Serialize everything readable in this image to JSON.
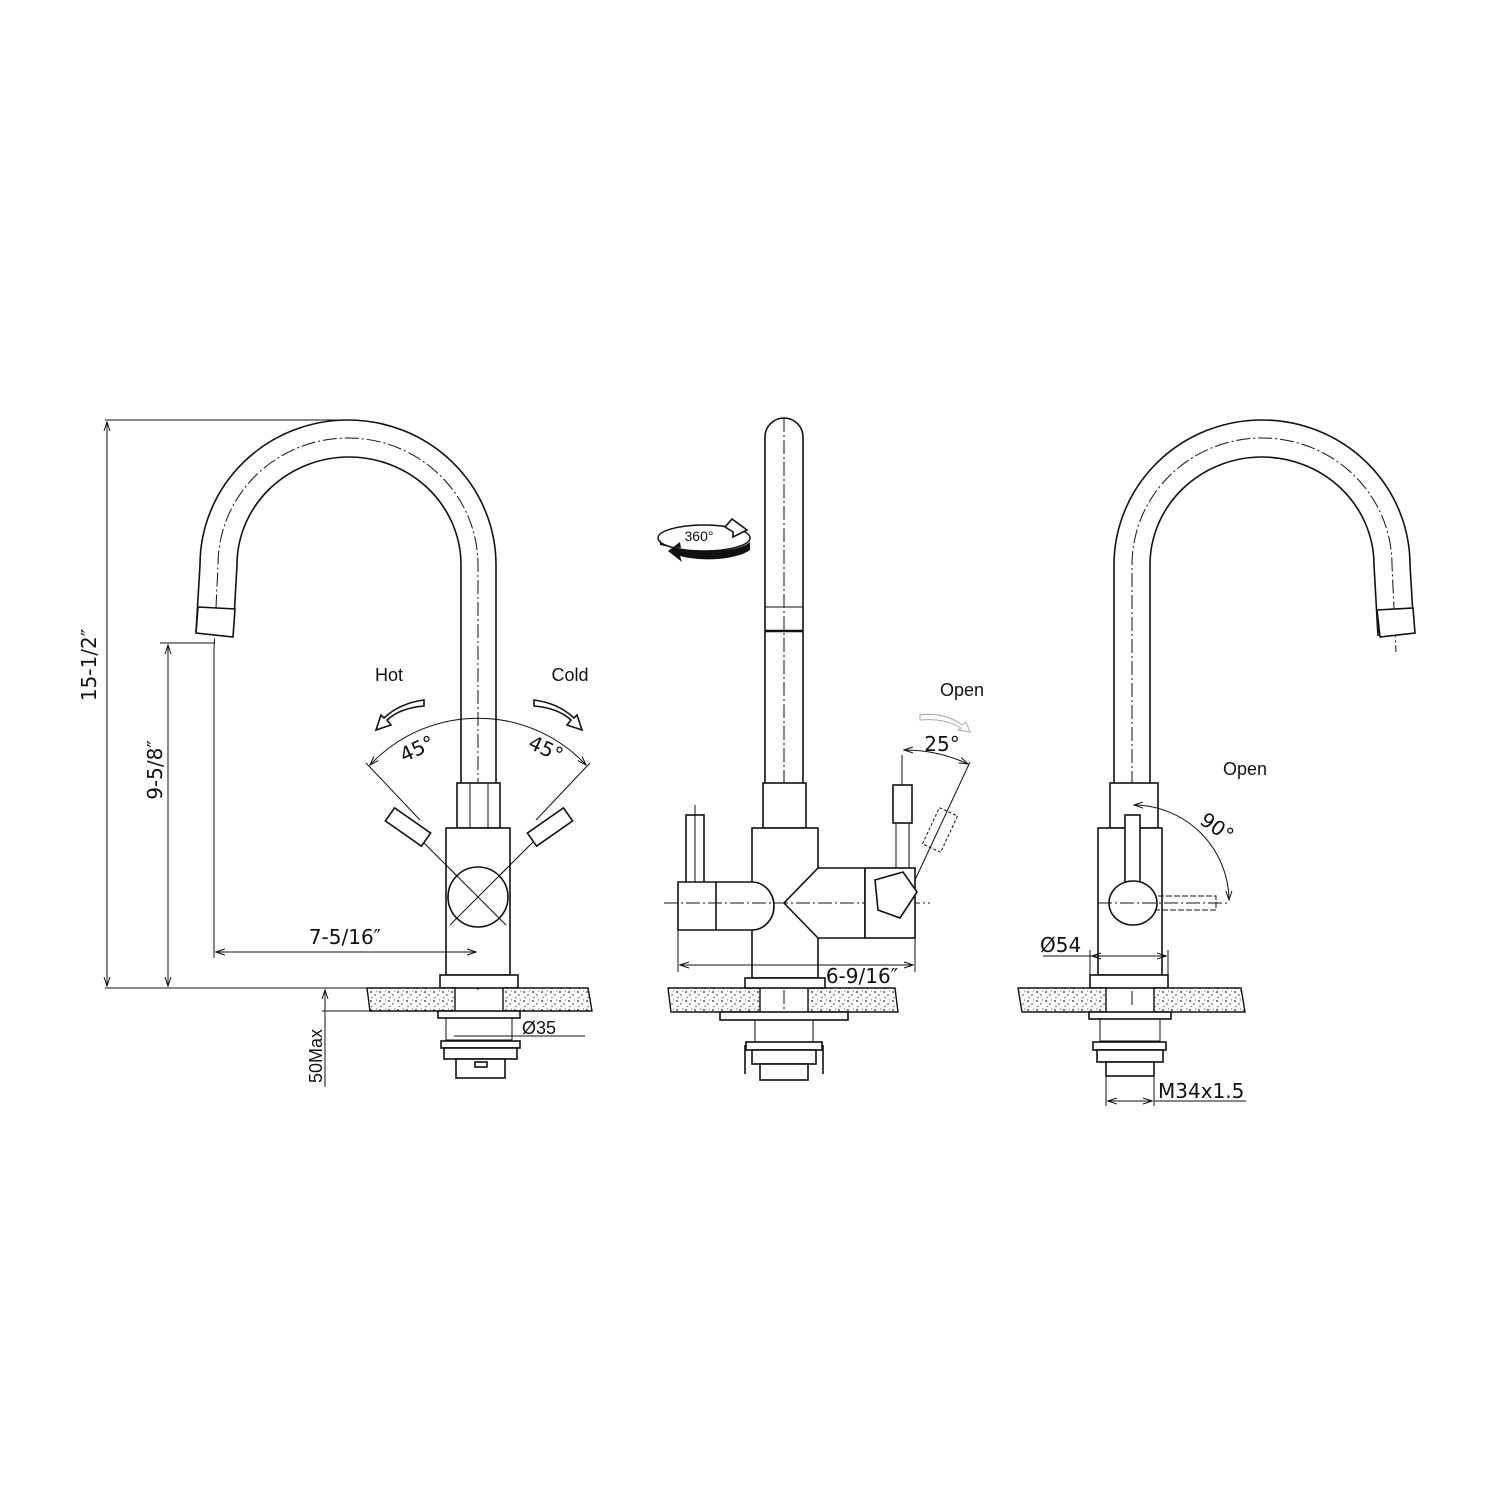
{
  "front_view": {
    "overall_height": "15-1/2″",
    "spout_height": "9-5/8″",
    "spout_reach": "7-5/16″",
    "hot_label": "Hot",
    "cold_label": "Cold",
    "hot_angle": "45°",
    "cold_angle": "45°",
    "counter_thickness": "50Max",
    "hole_diameter": "Ø35"
  },
  "side_view": {
    "swivel_label": "360°",
    "open_label": "Open",
    "open_angle": "25°",
    "body_width": "6-9/16″"
  },
  "rear_view": {
    "open_label": "Open",
    "open_angle": "90°",
    "base_diameter": "Ø54",
    "thread_size": "M34x1.5"
  },
  "colors": {
    "line": "#111111",
    "background": "#ffffff"
  }
}
